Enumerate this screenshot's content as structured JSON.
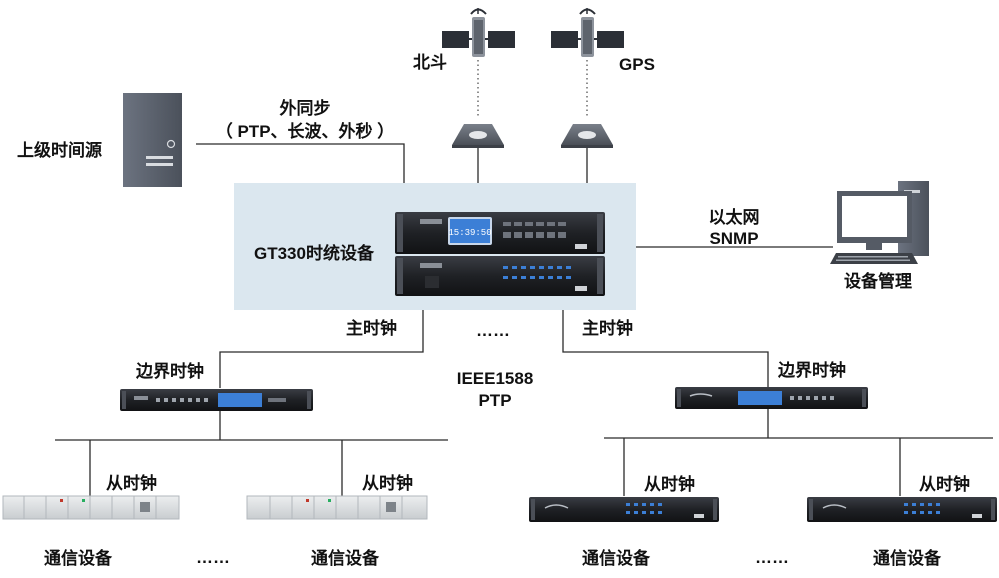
{
  "labels": {
    "beidou": "北斗",
    "gps": "GPS",
    "upstream_source": "上级时间源",
    "external_sync": "外同步",
    "external_sync_types": "（ PTP、长波、外秒 ）",
    "gt330": "GT330时统设备",
    "ethernet": "以太网",
    "snmp": "SNMP",
    "device_management": "设备管理",
    "master_clock_left": "主时钟",
    "master_clock_right": "主时钟",
    "ellipsis_master": "……",
    "protocol_line1": "IEEE1588",
    "protocol_line2": "PTP",
    "boundary_clock_left": "边界时钟",
    "boundary_clock_right": "边界时钟",
    "slave_clock_1": "从时钟",
    "slave_clock_2": "从时钟",
    "slave_clock_3": "从时钟",
    "slave_clock_4": "从时钟",
    "comm_device_1": "通信设备",
    "comm_device_2": "通信设备",
    "comm_device_3": "通信设备",
    "comm_device_4": "通信设备",
    "ellipsis_left": "……",
    "ellipsis_right": "……",
    "device_display": "15:39:50"
  },
  "colors": {
    "line": "#2b2b2b",
    "highlight_box": "#dbe7ef",
    "dark_device": "#1f2125",
    "tower": "#5d6470",
    "screen": "#3c7fd6"
  }
}
